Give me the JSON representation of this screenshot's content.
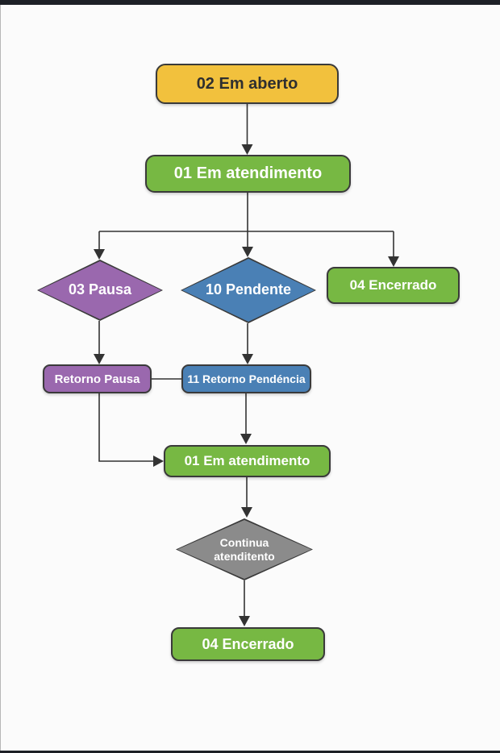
{
  "diagram": {
    "background_color": "#fbfbfb",
    "frame_color": "#1d2026",
    "line_color": "#333333"
  },
  "colors": {
    "yellow": "#F2C13D",
    "green": "#77B843",
    "purple": "#9A68AE",
    "blue": "#4A80B5",
    "gray": "#8B8B8B",
    "shape_border": "#3a3a3a",
    "text_dark": "#2f2f2f",
    "text_light": "#ffffff"
  },
  "nodes": {
    "em_aberto": {
      "label": "02 Em aberto",
      "shape": "rounded-rect",
      "fill": "#F2C13D",
      "text_color": "#2f2f2f"
    },
    "em_atendimento_1": {
      "label": "01 Em atendimento",
      "shape": "rounded-rect",
      "fill": "#77B843",
      "text_color": "#ffffff"
    },
    "pausa": {
      "label": "03 Pausa",
      "shape": "diamond",
      "fill": "#9A68AE",
      "text_color": "#ffffff"
    },
    "pendente": {
      "label": "10 Pendente",
      "shape": "diamond",
      "fill": "#4A80B5",
      "text_color": "#ffffff"
    },
    "encerrado_1": {
      "label": "04 Encerrado",
      "shape": "rounded-rect",
      "fill": "#77B843",
      "text_color": "#ffffff"
    },
    "retorno_pausa": {
      "label": "Retorno Pausa",
      "shape": "rounded-rect",
      "fill": "#9A68AE",
      "text_color": "#ffffff"
    },
    "retorno_pendencia": {
      "label": "11 Retorno Pendéncia",
      "shape": "rounded-rect",
      "fill": "#4A80B5",
      "text_color": "#ffffff"
    },
    "em_atendimento_2": {
      "label": "01 Em atendimento",
      "shape": "rounded-rect",
      "fill": "#77B843",
      "text_color": "#ffffff"
    },
    "continua_atenditento": {
      "label_line1": "Continua",
      "label_line2": "atenditento",
      "shape": "diamond",
      "fill": "#8B8B8B",
      "text_color": "#ffffff"
    },
    "encerrado_2": {
      "label": "04 Encerrado",
      "shape": "rounded-rect",
      "fill": "#77B843",
      "text_color": "#ffffff"
    }
  },
  "edges": [
    {
      "from": "em_aberto",
      "to": "em_atendimento_1",
      "arrow": true
    },
    {
      "from": "em_atendimento_1",
      "to": "pausa",
      "arrow": true
    },
    {
      "from": "em_atendimento_1",
      "to": "pendente",
      "arrow": true
    },
    {
      "from": "em_atendimento_1",
      "to": "encerrado_1",
      "arrow": true
    },
    {
      "from": "pausa",
      "to": "retorno_pausa",
      "arrow": true
    },
    {
      "from": "pendente",
      "to": "retorno_pendencia",
      "arrow": true
    },
    {
      "from": "retorno_pausa",
      "to": "retorno_pendencia",
      "arrow": false
    },
    {
      "from": "retorno_pausa",
      "to": "em_atendimento_2",
      "arrow": true
    },
    {
      "from": "retorno_pendencia",
      "to": "em_atendimento_2",
      "arrow": true
    },
    {
      "from": "em_atendimento_2",
      "to": "continua_atenditento",
      "arrow": true
    },
    {
      "from": "continua_atenditento",
      "to": "encerrado_2",
      "arrow": true
    }
  ]
}
